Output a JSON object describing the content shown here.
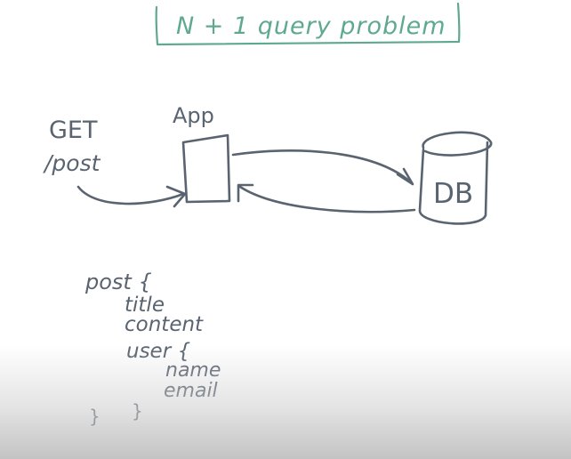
{
  "title": "N + 1 query problem",
  "request": {
    "method": "GET",
    "path": "/post"
  },
  "app_label": "App",
  "db_label": "DB",
  "code": {
    "line1": "post {",
    "line2": "title",
    "line3": "content",
    "line4": "user {",
    "line5": "name",
    "line6": "email",
    "line7a": "}",
    "line7b": "}"
  },
  "colors": {
    "title_ink": "#5fa892",
    "ink": "#5a6470",
    "background": "#ffffff"
  }
}
